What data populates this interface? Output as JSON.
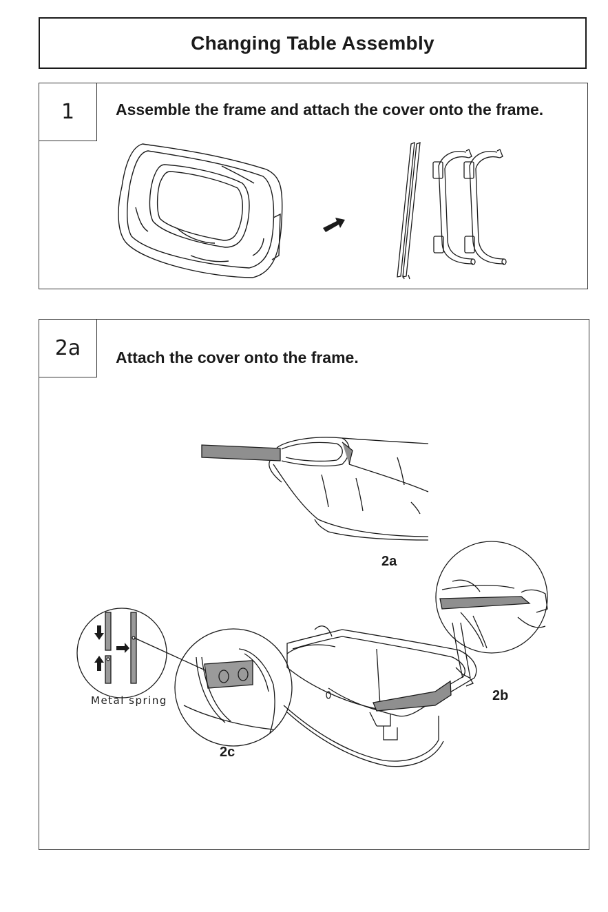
{
  "title": "Changing Table Assembly",
  "steps": [
    {
      "number": "1",
      "instruction": "Assemble the frame and attach the cover onto the frame."
    },
    {
      "number": "2a",
      "instruction": "Attach the cover onto the frame.",
      "callouts": {
        "a": "2a",
        "b": "2b",
        "c": "2c"
      },
      "spring_label": "Metal spring"
    }
  ],
  "colors": {
    "line": "#1a1a1a",
    "fill_gray": "#9a9a9a",
    "strap_gray": "#8f8f8f"
  }
}
